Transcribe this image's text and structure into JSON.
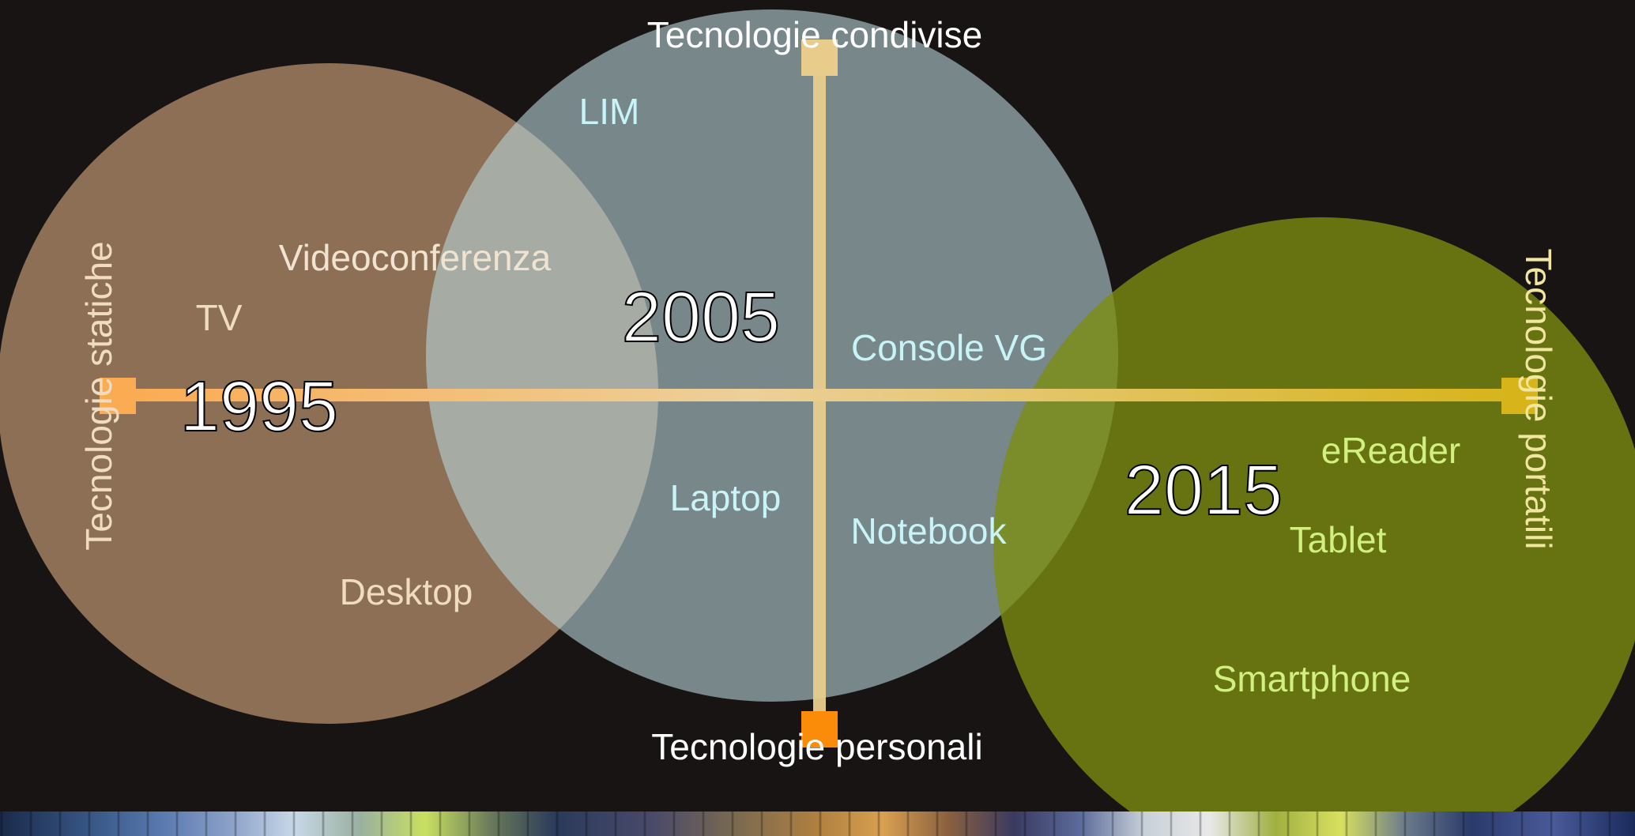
{
  "colors": {
    "background": "#181414",
    "circle_static": "#8c6f55",
    "circle_shared": "#84a8ac",
    "circle_portable": "#6a7a10",
    "axis_left": "#fbab52",
    "axis_right": "#d6b41a",
    "axis_vertical": "#e8cc8c",
    "marker_left": "#fbab52",
    "marker_top": "#e8cc8c",
    "marker_bottom": "#fb8c0a",
    "marker_right": "#d6b41a"
  },
  "axes": {
    "top": "Tecnologie condivise",
    "bottom": "Tecnologie personali",
    "left": "Tecnologie statiche",
    "right": "Tecnologie portatili"
  },
  "years": {
    "y1995": "1995",
    "y2005": "2005",
    "y2015": "2015"
  },
  "items": {
    "lim": "LIM",
    "videoconferenza": "Videoconferenza",
    "tv": "TV",
    "console": "Console VG",
    "laptop": "Laptop",
    "notebook": "Notebook",
    "desktop": "Desktop",
    "ereader": "eReader",
    "tablet": "Tablet",
    "smartphone": "Smartphone"
  }
}
